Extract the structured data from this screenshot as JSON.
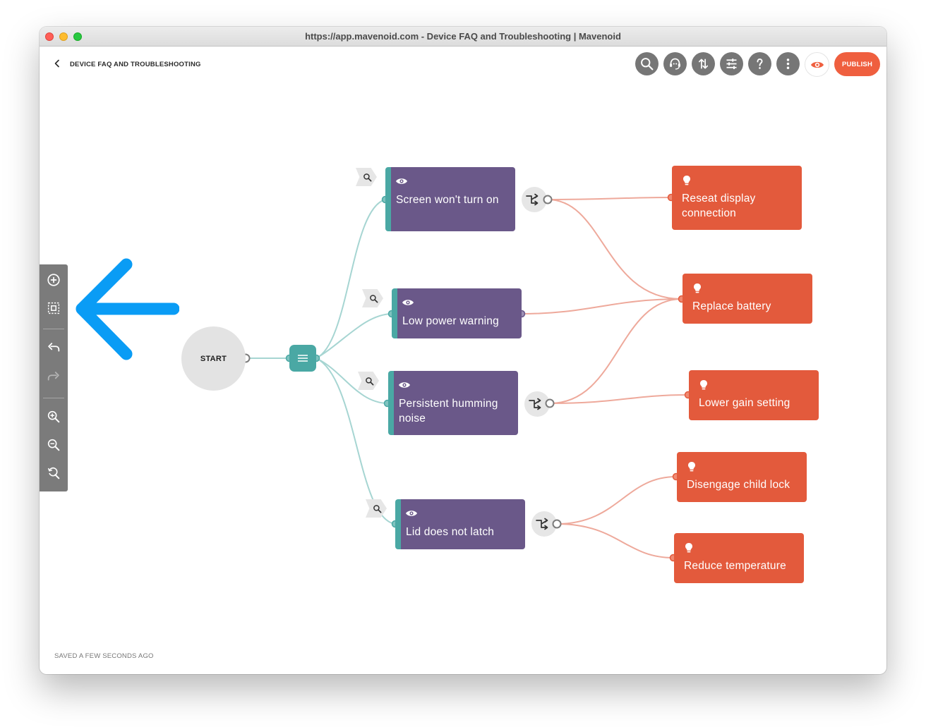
{
  "window": {
    "title": "https://app.mavenoid.com - Device FAQ and Troubleshooting | Mavenoid"
  },
  "header": {
    "page_title": "DEVICE FAQ AND TROUBLESHOOTING",
    "toolbar_icons": [
      "search-icon",
      "support-agent-icon",
      "sort-arrows-icon",
      "tune-icon",
      "help-icon",
      "more-vertical-icon",
      "preview-eye-icon"
    ],
    "publish_label": "PUBLISH"
  },
  "side_panel": {
    "icons": [
      "add-node-icon",
      "select-area-icon",
      "undo-icon",
      "redo-icon",
      "zoom-in-icon",
      "zoom-out-icon",
      "zoom-reset-icon"
    ]
  },
  "flow": {
    "start_label": "START",
    "questions": [
      {
        "label": "Screen won't turn on"
      },
      {
        "label": "Low power warning"
      },
      {
        "label": "Persistent humming noise"
      },
      {
        "label": "Lid does not latch"
      }
    ],
    "solutions": [
      {
        "label": "Reseat display connection"
      },
      {
        "label": "Replace battery"
      },
      {
        "label": "Lower gain setting"
      },
      {
        "label": "Disengage child lock"
      },
      {
        "label": "Reduce temperature"
      }
    ]
  },
  "footer": {
    "saved_status": "SAVED A FEW SECONDS AGO"
  },
  "colors": {
    "question_node": "#6a5889",
    "question_accent": "#4aa8a4",
    "solution_node": "#e35a3c",
    "publish_button": "#ef5f3f",
    "toolbar_button": "#767676",
    "annotation_arrow": "#0a9cf5",
    "teal_connector": "#a6d5d2",
    "salmon_connector": "#eea99b"
  }
}
